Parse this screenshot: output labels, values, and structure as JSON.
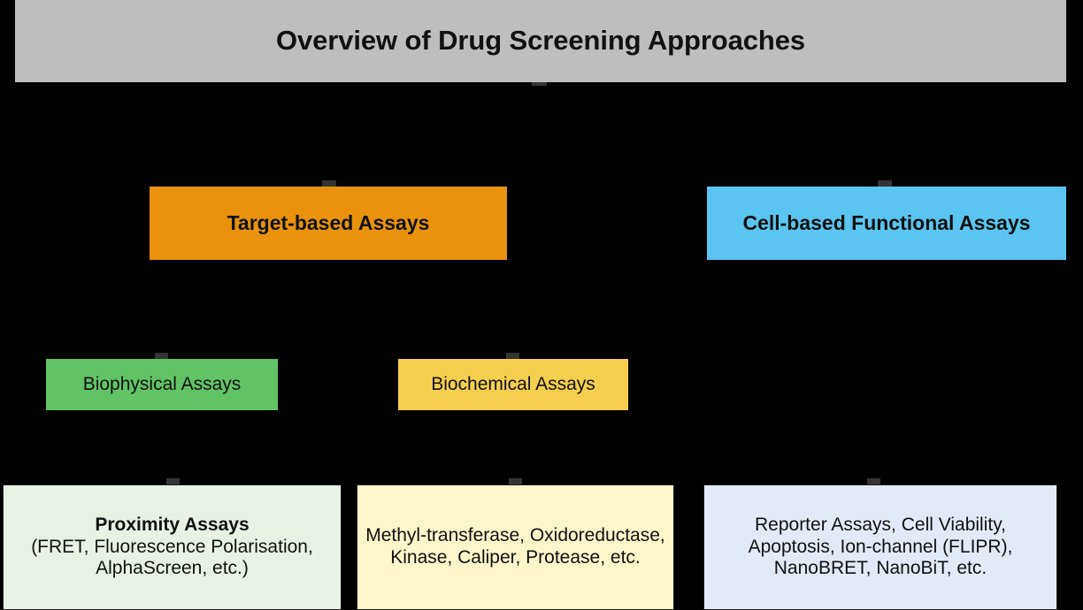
{
  "diagram": {
    "title": "Overview of Drug Screening Approaches",
    "background_color": "#000000",
    "title_box_color": "#BEBEBE",
    "categories": [
      {
        "id": "target-based",
        "label": "Target-based Assays",
        "color": "#E8920D"
      },
      {
        "id": "cell-based",
        "label": "Cell-based Functional Assays",
        "color": "#5BC4F1"
      }
    ],
    "assay_types": [
      {
        "id": "biophysical",
        "label": "Biophysical Assays",
        "color": "#61C363"
      },
      {
        "id": "biochemical",
        "label": "Biochemical Assays",
        "color": "#F6CE4D"
      }
    ],
    "details": [
      {
        "id": "proximity",
        "heading": "Proximity Assays",
        "body": "(FRET, Fluorescence Polarisation, AlphaScreen, etc.)",
        "color": "#E8F2E4"
      },
      {
        "id": "biochemical-detail",
        "heading": "",
        "body": "Methyl-transferase, Oxidoreductase, Kinase, Caliper, Protease, etc.",
        "color": "#FDF6C9"
      },
      {
        "id": "cell-detail",
        "heading": "",
        "body": "Reporter Assays, Cell Viability, Apoptosis, Ion-channel (FLIPR), NanoBRET, NanoBiT, etc.",
        "color": "#E3EAF7"
      }
    ]
  }
}
